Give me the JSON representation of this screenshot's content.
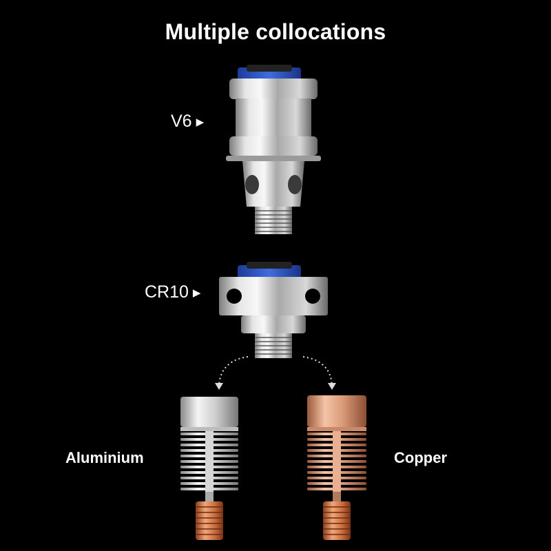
{
  "title": "Multiple collocations",
  "labels": {
    "v6": "V6",
    "cr10": "CR10",
    "aluminium": "Aluminium",
    "copper": "Copper"
  },
  "arrow_glyph": "▶",
  "colors": {
    "background": "#000000",
    "text": "#ffffff",
    "clip_blue": "#2d56c9",
    "steel": "#c9c9c9",
    "aluminium": "#e0e0e0",
    "copper": "#e0a07c",
    "brass_nozzle": "#d87a4a"
  }
}
